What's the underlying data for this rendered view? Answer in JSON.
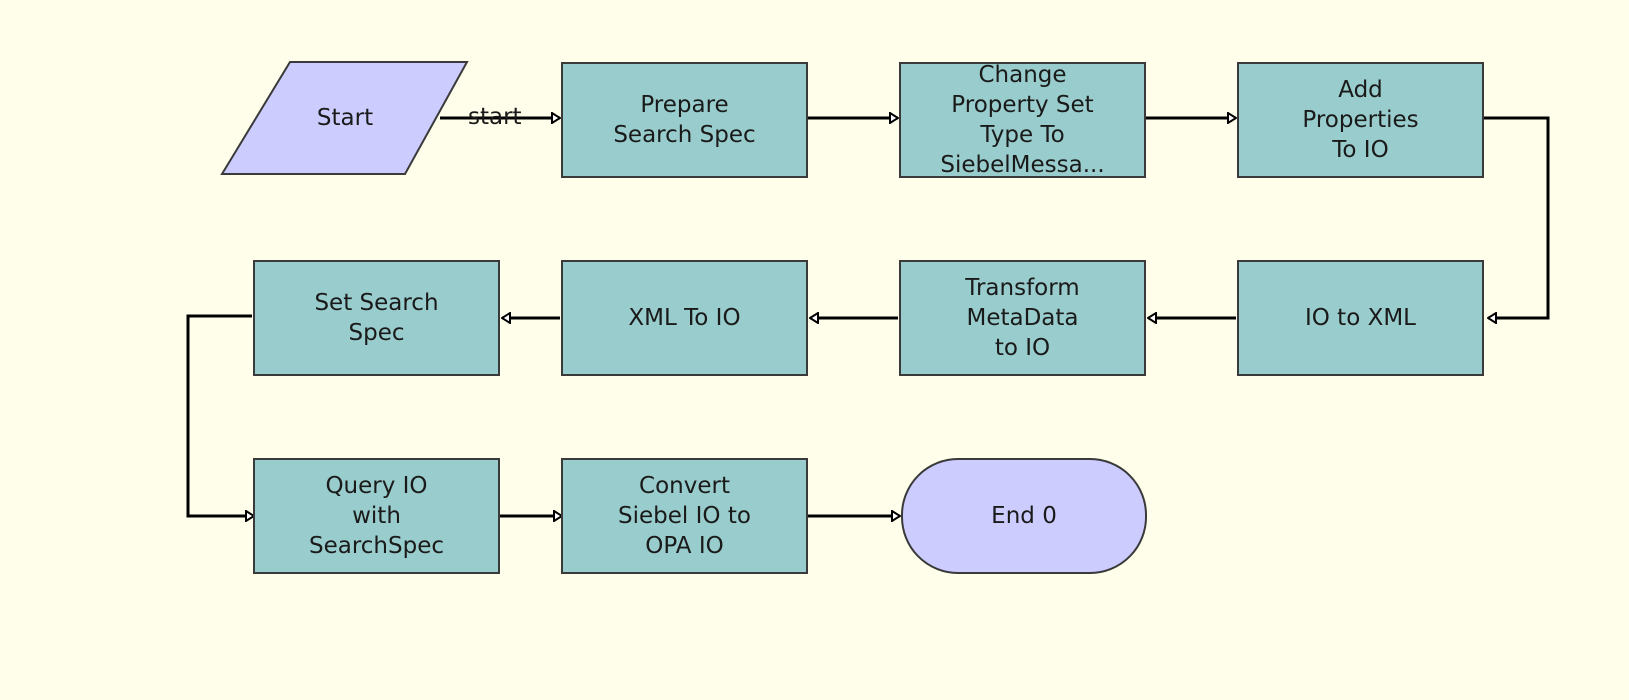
{
  "diagram": {
    "start_node": {
      "label": "Start"
    },
    "start_edge_label": "start",
    "steps": [
      {
        "id": "prepare-search-spec",
        "lines": [
          "Prepare",
          "Search Spec"
        ]
      },
      {
        "id": "change-property-set-type",
        "lines": [
          "Change",
          "Property Set",
          "Type To",
          "SiebelMessa..."
        ]
      },
      {
        "id": "add-properties-to-io",
        "lines": [
          "Add",
          "Properties",
          "To IO"
        ]
      },
      {
        "id": "io-to-xml",
        "lines": [
          "IO to XML"
        ]
      },
      {
        "id": "transform-metadata-to-io",
        "lines": [
          "Transform",
          "MetaData",
          "to IO"
        ]
      },
      {
        "id": "xml-to-io",
        "lines": [
          "XML To IO"
        ]
      },
      {
        "id": "set-search-spec",
        "lines": [
          "Set Search",
          "Spec"
        ]
      },
      {
        "id": "query-io-with-searchspec",
        "lines": [
          "Query IO",
          "with",
          "SearchSpec"
        ]
      },
      {
        "id": "convert-siebel-io-to-opa-io",
        "lines": [
          "Convert",
          "Siebel IO to",
          "OPA IO"
        ]
      }
    ],
    "end_node": {
      "label": "End 0"
    },
    "colors": {
      "background": "#fefeea",
      "step_fill": "#99cccc",
      "terminal_fill": "#ccccff",
      "stroke": "#000000"
    }
  }
}
